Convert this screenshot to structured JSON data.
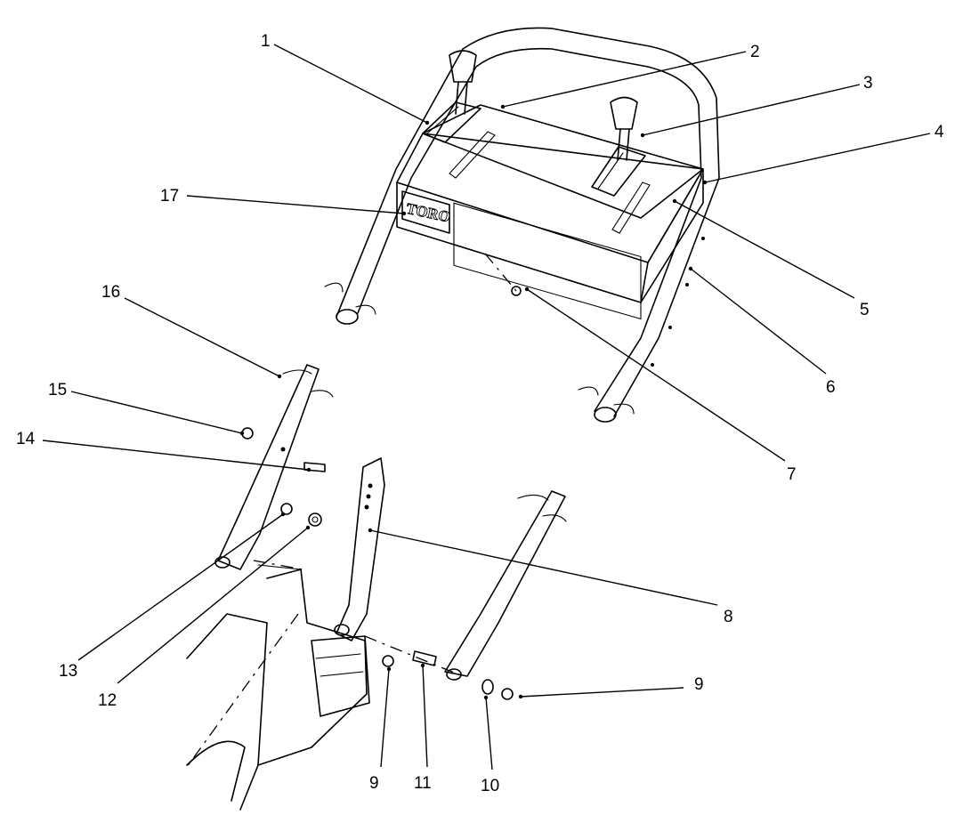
{
  "logo": {
    "text": "TORO"
  },
  "callouts": [
    {
      "id": "c1",
      "label": "1"
    },
    {
      "id": "c2",
      "label": "2"
    },
    {
      "id": "c3",
      "label": "3"
    },
    {
      "id": "c4",
      "label": "4"
    },
    {
      "id": "c5",
      "label": "5"
    },
    {
      "id": "c6",
      "label": "6"
    },
    {
      "id": "c7",
      "label": "7"
    },
    {
      "id": "c8",
      "label": "8"
    },
    {
      "id": "c9a",
      "label": "9"
    },
    {
      "id": "c9b",
      "label": "9"
    },
    {
      "id": "c10",
      "label": "10"
    },
    {
      "id": "c11",
      "label": "11"
    },
    {
      "id": "c12",
      "label": "12"
    },
    {
      "id": "c13",
      "label": "13"
    },
    {
      "id": "c14",
      "label": "14"
    },
    {
      "id": "c15",
      "label": "15"
    },
    {
      "id": "c16",
      "label": "16"
    },
    {
      "id": "c17",
      "label": "17"
    }
  ]
}
